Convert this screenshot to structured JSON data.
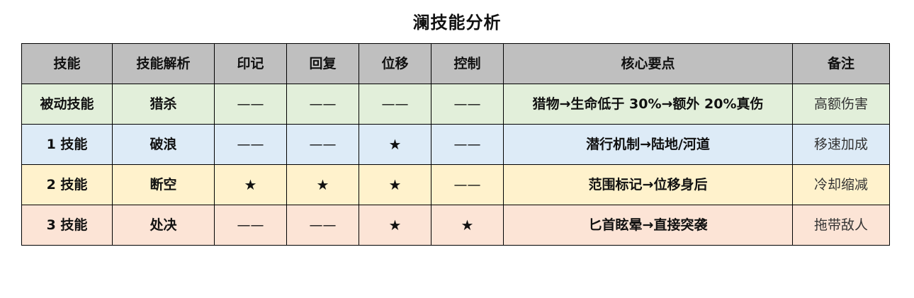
{
  "title": "澜技能分析",
  "colors": {
    "header_bg": "#bfbfbf",
    "passive_bg": "#e2efda",
    "skill1_bg": "#ddebf7",
    "skill2_bg": "#fff2cc",
    "skill3_bg": "#fce4d6"
  },
  "table": {
    "headers": [
      "技能",
      "技能解析",
      "印记",
      "回复",
      "位移",
      "控制",
      "核心要点",
      "备注"
    ],
    "rows": [
      {
        "cells": [
          "被动技能",
          "猎杀",
          "——",
          "——",
          "——",
          "——",
          "猎物→生命低于 30%→额外 20%真伤",
          "高额伤害"
        ],
        "bg": "passive_bg"
      },
      {
        "cells": [
          "1 技能",
          "破浪",
          "——",
          "——",
          "★",
          "——",
          "潜行机制→陆地/河道",
          "移速加成"
        ],
        "bg": "skill1_bg"
      },
      {
        "cells": [
          "2 技能",
          "断空",
          "★",
          "★",
          "★",
          "——",
          "范围标记→位移身后",
          "冷却缩减"
        ],
        "bg": "skill2_bg"
      },
      {
        "cells": [
          "3 技能",
          "处决",
          "——",
          "——",
          "★",
          "★",
          "匕首眩晕→直接突袭",
          "拖带敌人"
        ],
        "bg": "skill3_bg"
      }
    ]
  }
}
